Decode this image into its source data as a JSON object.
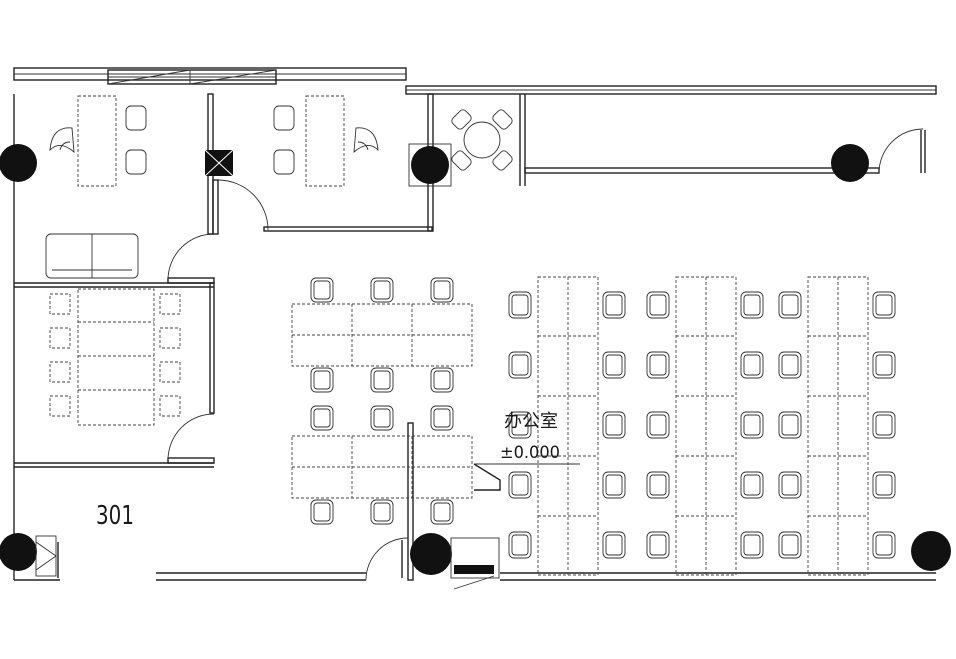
{
  "room_number": "301",
  "room_name": "办公室",
  "room_elevation": "±0.000"
}
